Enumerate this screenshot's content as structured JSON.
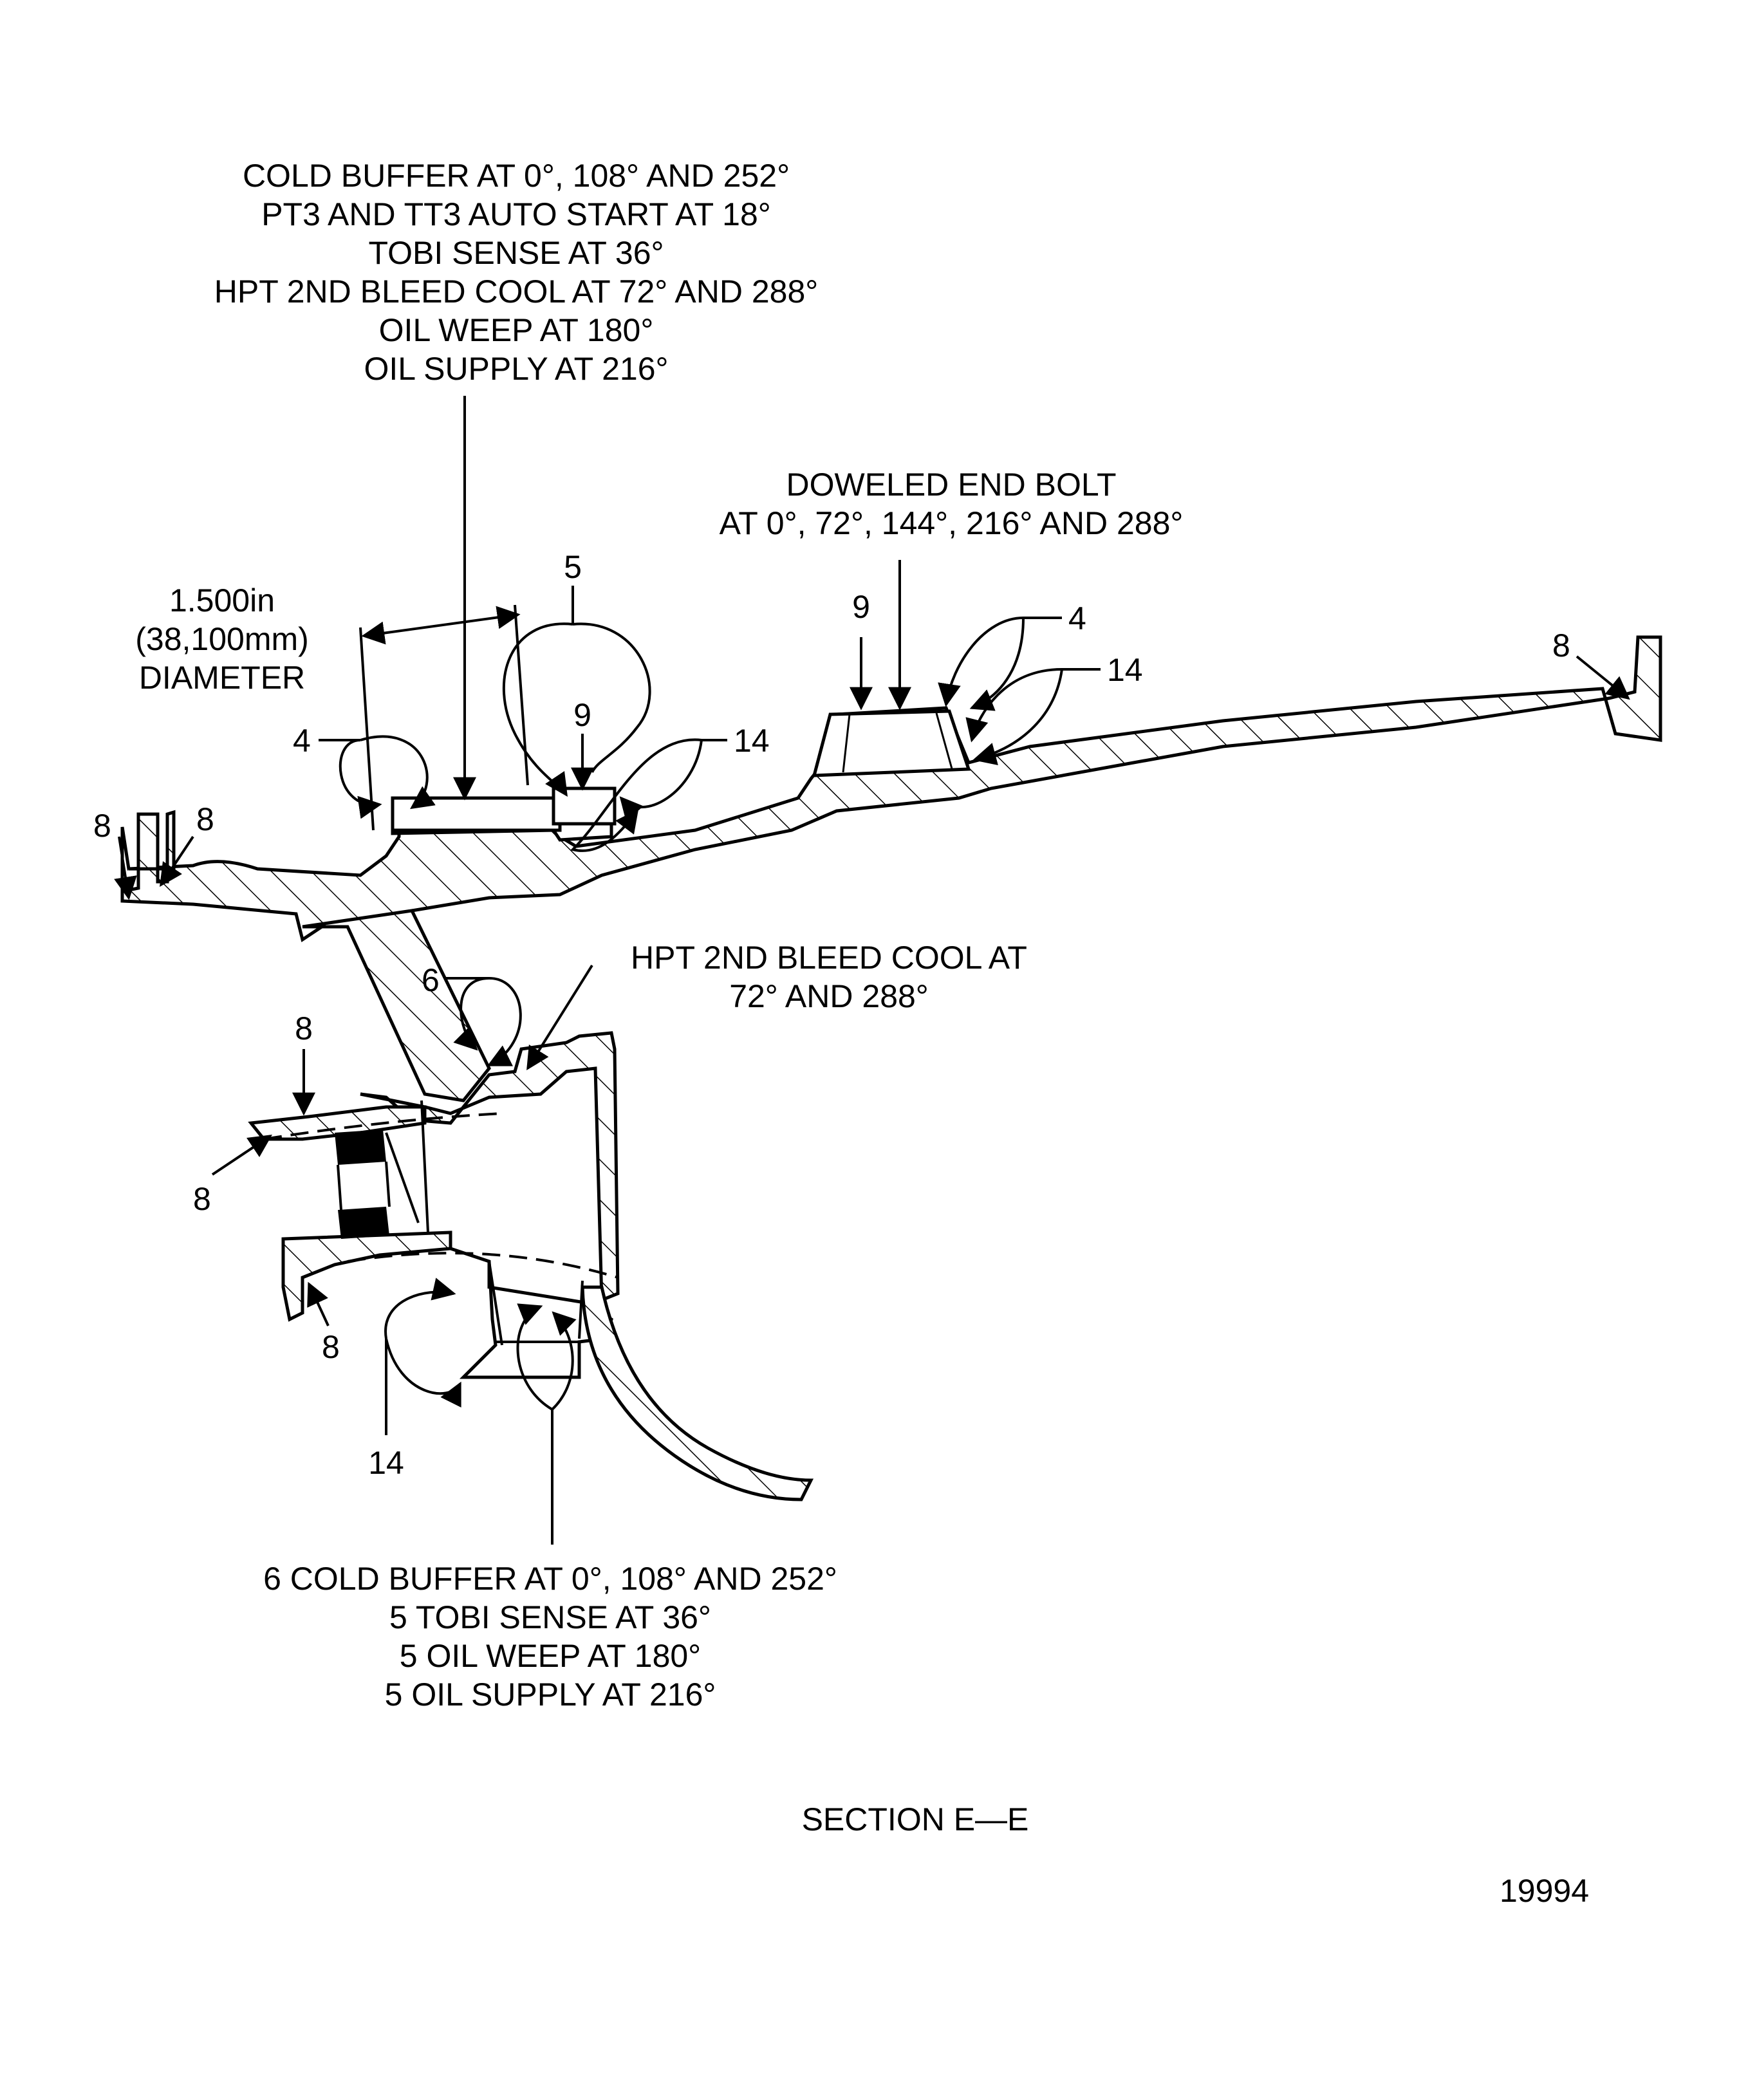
{
  "callouts": {
    "top_block": [
      "COLD BUFFER AT 0°, 108° AND 252°",
      "PT3 AND TT3 AUTO START AT 18°",
      "TOBI SENSE AT 36°",
      "HPT 2ND BLEED COOL AT 72° AND 288°",
      "OIL WEEP AT 180°",
      "OIL SUPPLY AT 216°"
    ],
    "doweled": [
      "DOWELED END BOLT",
      "AT 0°, 72°, 144°, 216° AND 288°"
    ],
    "diameter": [
      "1.500in",
      "(38,100mm)",
      "DIAMETER"
    ],
    "hpt_bleed": [
      "HPT 2ND BLEED COOL AT",
      "72° AND 288°"
    ],
    "bottom_block": [
      "6 COLD BUFFER AT 0°, 108° AND 252°",
      "5 TOBI SENSE AT 36°",
      "5 OIL WEEP AT 180°",
      "5 OIL SUPPLY AT 216°"
    ]
  },
  "refs": {
    "r4a": "4",
    "r5": "5",
    "r9a": "9",
    "r14a": "14",
    "r9b": "9",
    "r4b": "4",
    "r14b": "14",
    "r8_right": "8",
    "r8_left_a": "8",
    "r8_left_b": "8",
    "r6": "6",
    "r8_mid_a": "8",
    "r8_mid_b": "8",
    "r8_low": "8",
    "r14c": "14"
  },
  "section_label": "SECTION E—E",
  "figure_number": "19994",
  "colors": {
    "ink": "#000000",
    "paper": "#ffffff"
  }
}
